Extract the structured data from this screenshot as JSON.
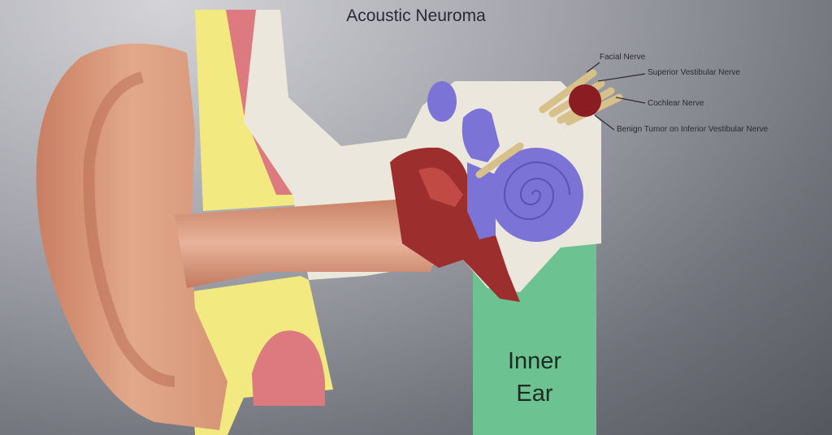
{
  "title": "Acoustic Neuroma",
  "labels": {
    "facial_nerve": "Facial Nerve",
    "superior_vestibular_nerve": "Superior Vestibular Nerve",
    "cochlear_nerve": "Cochlear Nerve",
    "tumor": "Benign Tumor on Inferior Vestibular Nerve"
  },
  "inner_ear": {
    "line1": "Inner",
    "line2": "Ear"
  },
  "colors": {
    "skin": "#d89878",
    "yellow": "#f2e980",
    "pink": "#dc7a80",
    "bone": "#ece7dc",
    "cochlea": "#7b74d6",
    "middle_ear": "#9c2e2e",
    "inner_ear_bar": "#6cc291",
    "nerve": "#d7c08a",
    "tumor": "#8a1c22"
  }
}
